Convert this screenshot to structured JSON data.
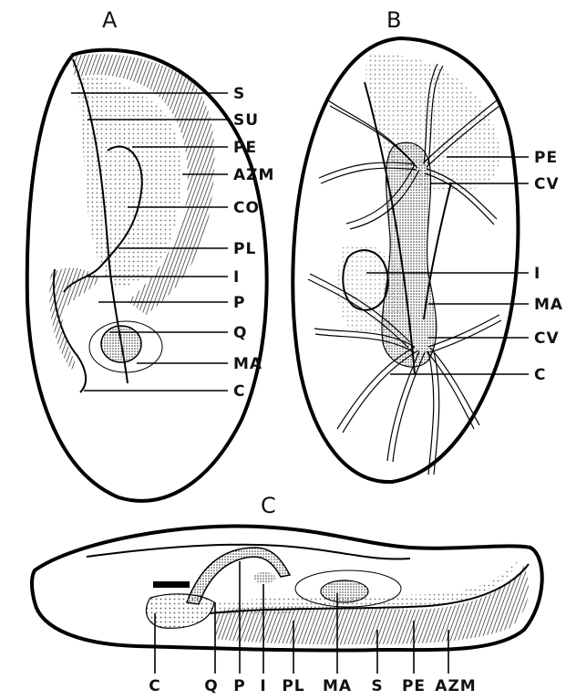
{
  "panels": {
    "a": {
      "title": "A",
      "labels": [
        "S",
        "SU",
        "PE",
        "AZM",
        "CO",
        "PL",
        "I",
        "P",
        "Q",
        "MA",
        "C"
      ]
    },
    "b": {
      "title": "B",
      "labels": [
        "PE",
        "CV",
        "I",
        "MA",
        "CV",
        "C"
      ]
    },
    "c": {
      "title": "C",
      "labels": [
        "C",
        "Q",
        "P",
        "I",
        "PL",
        "MA",
        "S",
        "PE",
        "AZM"
      ]
    }
  },
  "colors": {
    "ink": "#000000",
    "stipple": "#9a9a9a",
    "shade": "#cfcfcf",
    "paper": "#ffffff"
  }
}
